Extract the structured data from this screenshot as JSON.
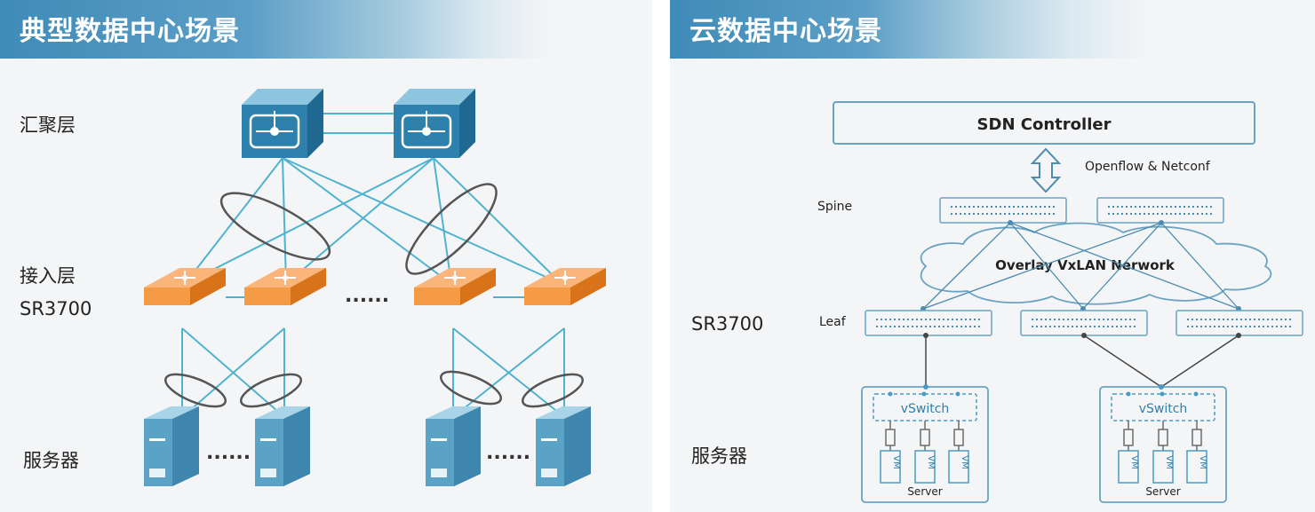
{
  "left": {
    "title": "典型数据中心场景",
    "labels": {
      "aggregation": "汇聚层",
      "access": "接入层",
      "access_model": "SR3700",
      "servers": "服务器"
    },
    "dots": "......"
  },
  "right": {
    "title": "云数据中心场景",
    "controller": "SDN Controller",
    "protocol": "Openflow & Netconf",
    "spine": "Spine",
    "overlay": "Overlay VxLAN Nerwork",
    "leaf": "Leaf",
    "leaf_model": "SR3700",
    "servers": "服务器",
    "vswitch": "vSwitch",
    "vm": "VM",
    "server": "Server"
  },
  "colors": {
    "accent": "#3f8bb8",
    "link": "#4fb3cf",
    "access_switch": "#f7913a",
    "core_switch": "#3b8fb7",
    "server": "#5aa3c7"
  }
}
